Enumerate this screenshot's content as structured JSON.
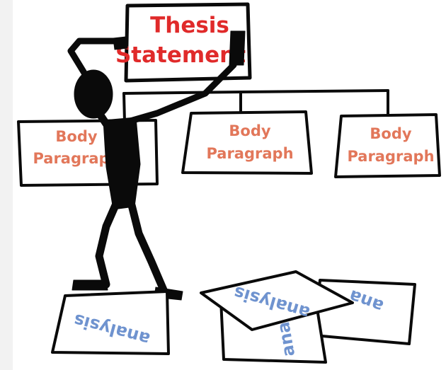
{
  "thesis": {
    "line1": "Thesis",
    "line2": "Statement"
  },
  "body_paragraphs": [
    {
      "line1": "Body",
      "line2": "Paragraph"
    },
    {
      "line1": "Body",
      "line2": "Paragraph"
    },
    {
      "line1": "Body",
      "line2": "Paragraph"
    }
  ],
  "analysis_sheets": [
    {
      "label": "analysis"
    },
    {
      "label": "analysis"
    },
    {
      "label": "ana"
    },
    {
      "label": "ana"
    }
  ],
  "colors": {
    "thesis_text": "#e02a2a",
    "body_text": "#e2775a",
    "analysis_text": "#6f93cf",
    "ink": "#0a0a0a"
  }
}
